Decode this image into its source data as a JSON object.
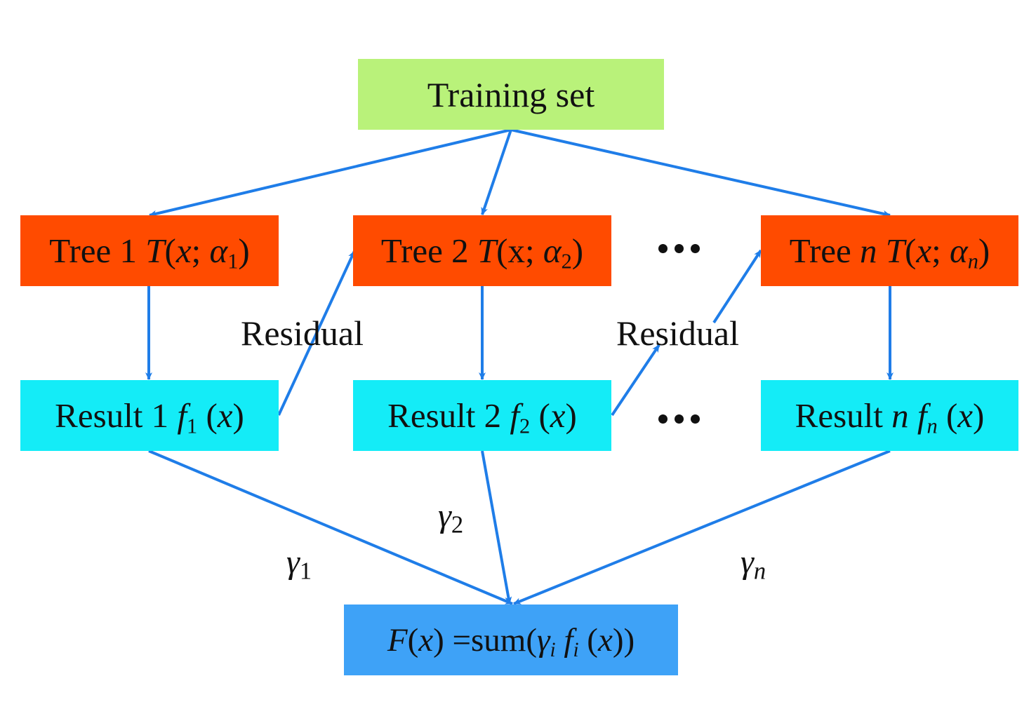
{
  "colors": {
    "training": "#b9f27a",
    "tree": "#ff4b00",
    "result": "#14ecf7",
    "final": "#3ea2f7",
    "arrow": "#1f7de8",
    "text": "#111111"
  },
  "training": {
    "label": "Training set"
  },
  "trees": [
    {
      "word": "Tree",
      "index": "1",
      "func": "T",
      "arg": "x",
      "param": "α",
      "sub": "1",
      "index_italic": false,
      "arg_italic": true
    },
    {
      "word": "Tree",
      "index": "2",
      "func": "T",
      "arg": "x",
      "param": "α",
      "sub": "2",
      "index_italic": false,
      "arg_italic": false
    },
    {
      "word": "Tree",
      "index": "n",
      "func": "T",
      "arg": "x",
      "param": "α",
      "sub": "n",
      "index_italic": true,
      "arg_italic": true
    }
  ],
  "results": [
    {
      "word": "Result",
      "index": "1",
      "func": "f",
      "sub": "1",
      "arg": "x",
      "index_italic": false
    },
    {
      "word": "Result",
      "index": "2",
      "func": "f",
      "sub": "2",
      "arg": "x",
      "index_italic": false
    },
    {
      "word": "Result",
      "index": "n",
      "func": "f",
      "sub": "n",
      "arg": "x",
      "index_italic": true
    }
  ],
  "residual_labels": [
    "Residual",
    "Residual"
  ],
  "weights": [
    {
      "symbol": "γ",
      "sub": "1"
    },
    {
      "symbol": "γ",
      "sub": "2"
    },
    {
      "symbol": "γ",
      "sub": "n"
    }
  ],
  "final": {
    "func": "F",
    "arg": "x",
    "eq": "=sum(",
    "gamma": "γ",
    "gamma_sub": "i",
    "f": "f",
    "f_sub": "i",
    "close": "))"
  },
  "ellipsis": "•••"
}
